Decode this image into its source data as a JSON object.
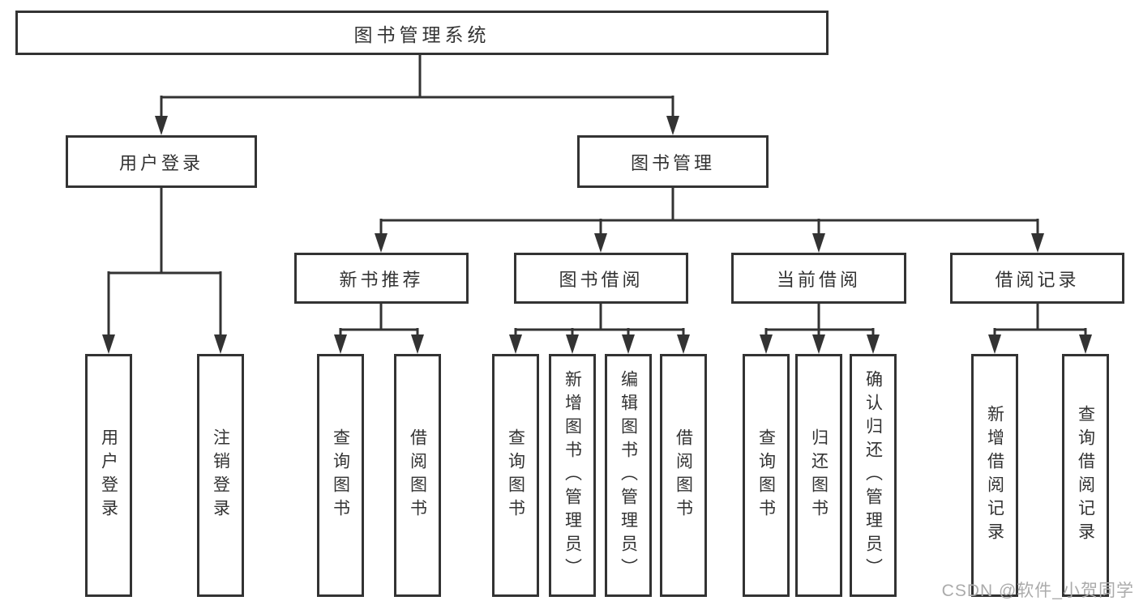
{
  "tree": {
    "root": {
      "label": "图书管理系统"
    },
    "branches": [
      {
        "label": "用户登录",
        "leaves": [
          {
            "label": "用户登录"
          },
          {
            "label": "注销登录"
          }
        ]
      },
      {
        "label": "图书管理",
        "subgroups": [
          {
            "label": "新书推荐",
            "leaves": [
              {
                "label": "查询图书"
              },
              {
                "label": "借阅图书"
              }
            ]
          },
          {
            "label": "图书借阅",
            "leaves": [
              {
                "label": "查询图书"
              },
              {
                "label": "新增图书（管理员）"
              },
              {
                "label": "编辑图书（管理员）"
              },
              {
                "label": "借阅图书"
              }
            ]
          },
          {
            "label": "当前借阅",
            "leaves": [
              {
                "label": "查询图书"
              },
              {
                "label": "归还图书"
              },
              {
                "label": "确认归还（管理员）"
              }
            ]
          },
          {
            "label": "借阅记录",
            "leaves": [
              {
                "label": "新增借阅记录"
              },
              {
                "label": "查询借阅记录"
              }
            ]
          }
        ]
      }
    ]
  },
  "watermark": {
    "text": "CSDN @软件_小贺同学"
  },
  "colors": {
    "line": "#333333",
    "background": "#ffffff",
    "watermark": "#ababab"
  }
}
